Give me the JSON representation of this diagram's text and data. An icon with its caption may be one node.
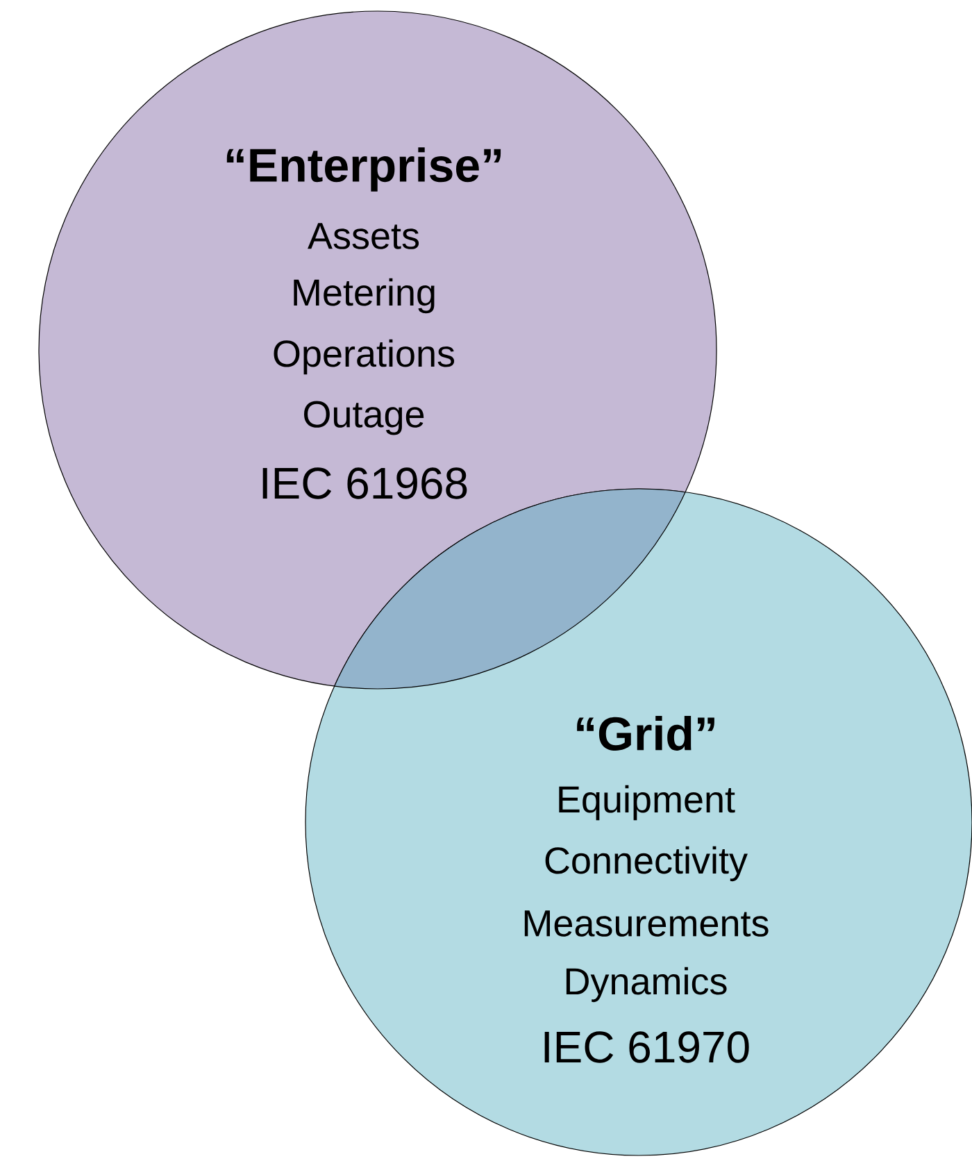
{
  "diagram": {
    "nodes": [
      {
        "text": [
          "“Enterprise”",
          "Assets",
          "Metering",
          "Operations",
          "Outage",
          "IEC 61968"
        ]
      },
      {
        "text": [
          "“Grid”",
          "Equipment",
          "Connectivity",
          "Measurements",
          "Dynamics",
          "IEC 61970"
        ]
      }
    ]
  }
}
